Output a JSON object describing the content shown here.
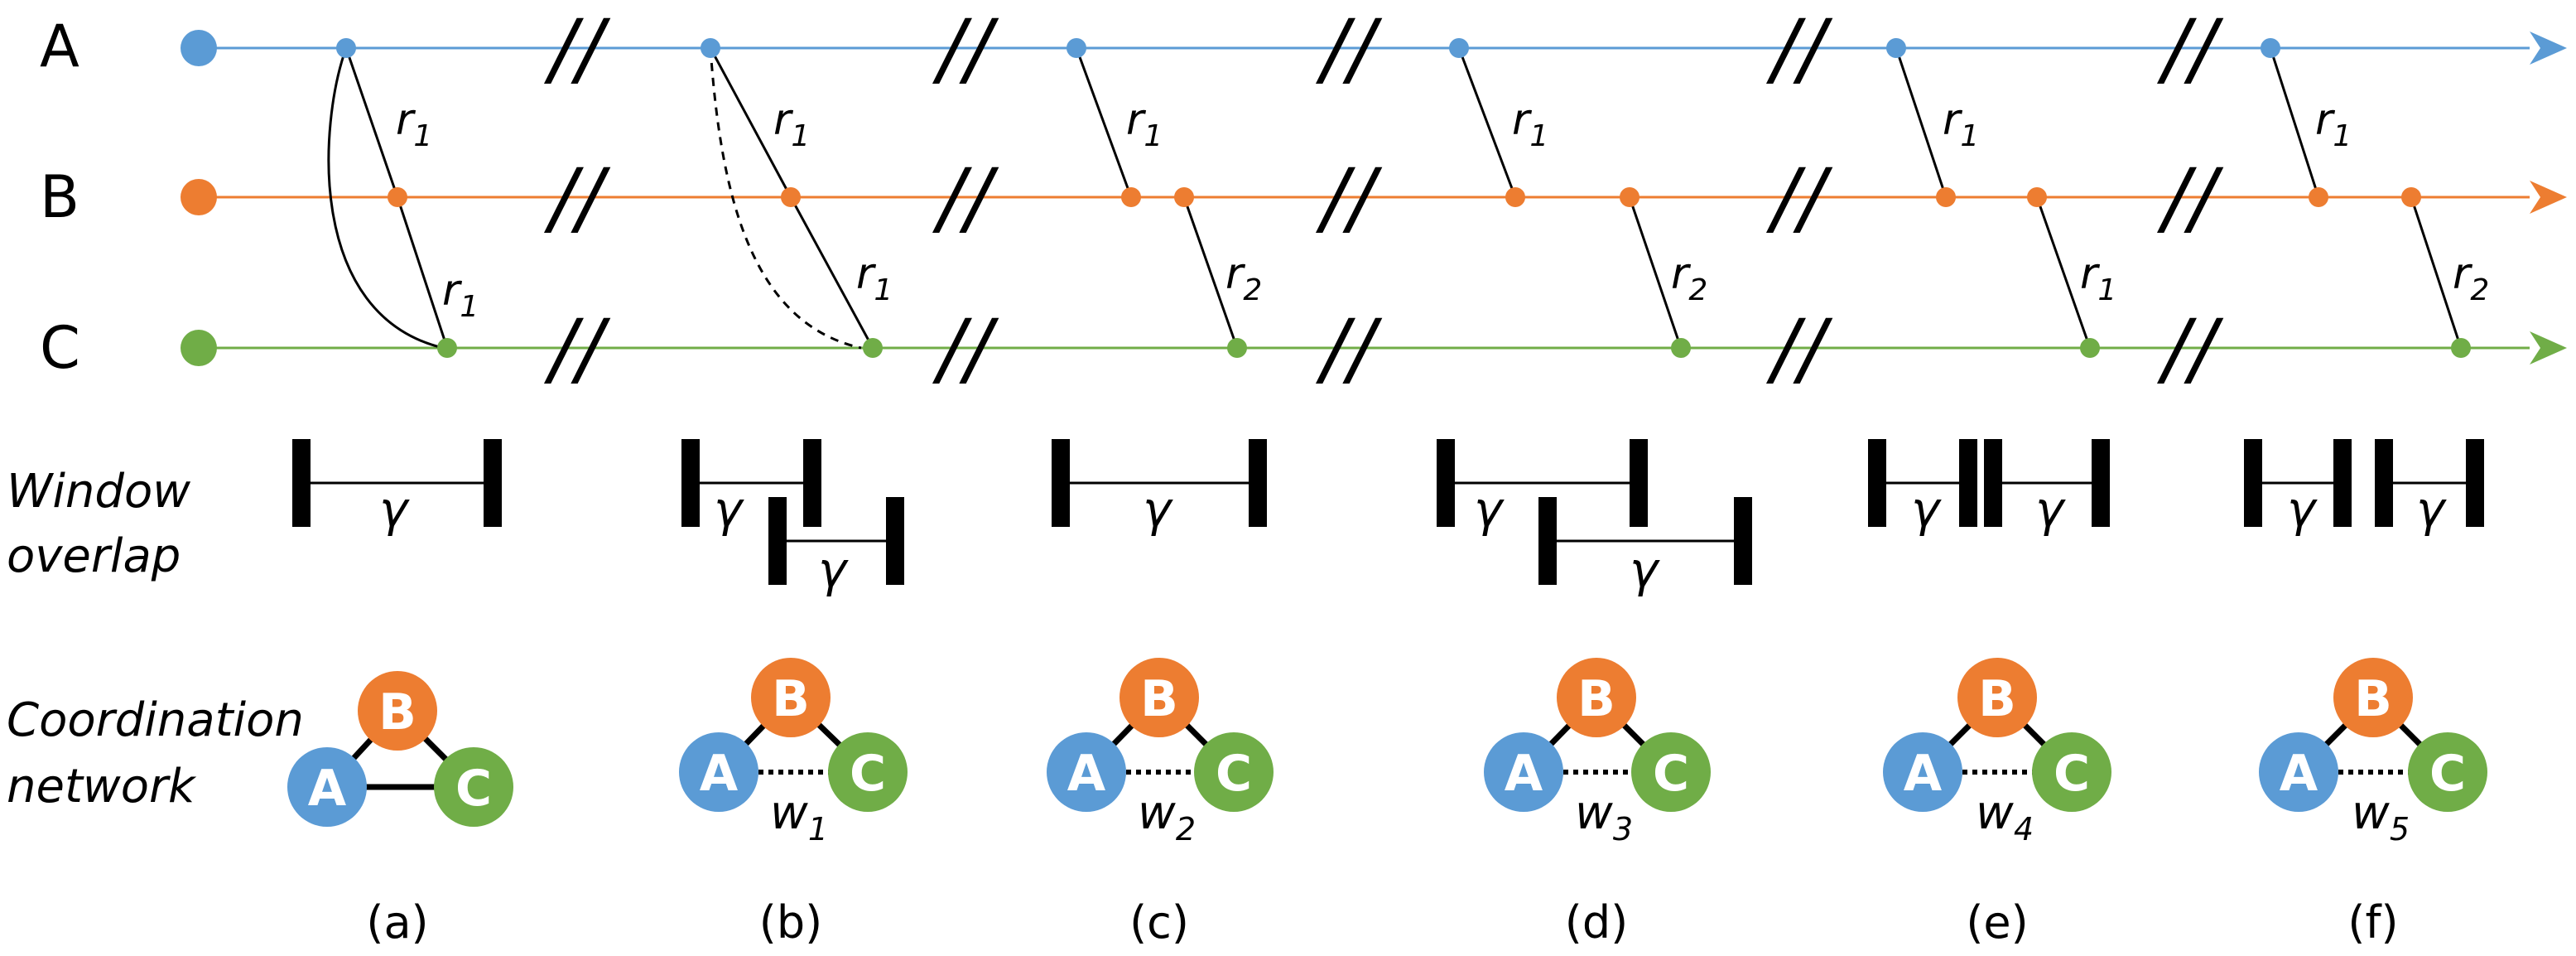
{
  "colors": {
    "A": "#5b9bd5",
    "B": "#ed7d31",
    "C": "#70ad47",
    "ink": "#000000"
  },
  "rows": {
    "a": "A",
    "b": "B",
    "c": "C"
  },
  "break_mark": "//",
  "row_labels": {
    "window_line1": "Window",
    "window_line2": "overlap",
    "network_line1": "Coordination",
    "network_line2": "network"
  },
  "gamma": "γ",
  "panels": [
    {
      "label": "(a)",
      "edge_top": "r",
      "edge_top_sub": "1",
      "edge_bot": "r",
      "edge_bot_sub": "1",
      "nodes": [
        "A",
        "B",
        "C"
      ],
      "weight": "",
      "weight_sub": ""
    },
    {
      "label": "(b)",
      "edge_top": "r",
      "edge_top_sub": "1",
      "edge_bot": "r",
      "edge_bot_sub": "1",
      "nodes": [
        "A",
        "B",
        "C"
      ],
      "weight": "w",
      "weight_sub": "1"
    },
    {
      "label": "(c)",
      "edge_top": "r",
      "edge_top_sub": "1",
      "edge_bot": "r",
      "edge_bot_sub": "2",
      "nodes": [
        "A",
        "B",
        "C"
      ],
      "weight": "w",
      "weight_sub": "2"
    },
    {
      "label": "(d)",
      "edge_top": "r",
      "edge_top_sub": "1",
      "edge_bot": "r",
      "edge_bot_sub": "2",
      "nodes": [
        "A",
        "B",
        "C"
      ],
      "weight": "w",
      "weight_sub": "3"
    },
    {
      "label": "(e)",
      "edge_top": "r",
      "edge_top_sub": "1",
      "edge_bot": "r",
      "edge_bot_sub": "1",
      "nodes": [
        "A",
        "B",
        "C"
      ],
      "weight": "w",
      "weight_sub": "4"
    },
    {
      "label": "(f)",
      "edge_top": "r",
      "edge_top_sub": "1",
      "edge_bot": "r",
      "edge_bot_sub": "2",
      "nodes": [
        "A",
        "B",
        "C"
      ],
      "weight": "w",
      "weight_sub": "5"
    }
  ]
}
